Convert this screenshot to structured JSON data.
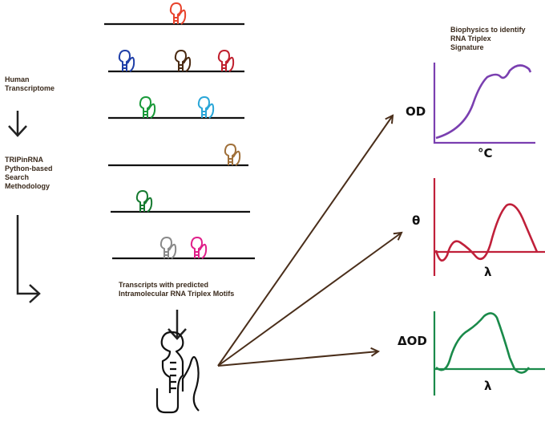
{
  "left_flow": {
    "step1": "Human\nTranscriptome",
    "step2": "TRIPinRNA\nPython-based\nSearch\nMethodology"
  },
  "middle": {
    "caption": "Transcripts with predicted\nIntramolecular RNA Triplex Motifs",
    "motif_colors": [
      "#e8432c",
      "#1f3fa8",
      "#4a2a12",
      "#c0202e",
      "#1a9a3a",
      "#2aa6d8",
      "#a0703a",
      "#167a30",
      "#8a8a8a",
      "#e0208a"
    ]
  },
  "right": {
    "title": "Biophysics to identify\nRNA Triplex\nSignature",
    "panel1": {
      "ylabel": "OD",
      "xlabel": "°C",
      "color": "#7a3fb0"
    },
    "panel2": {
      "ylabel": "θ",
      "xlabel": "λ",
      "color": "#c0203a"
    },
    "panel3": {
      "ylabel": "ΔOD",
      "xlabel": "λ",
      "color": "#1a8a4a"
    }
  },
  "arrow_color": "#4a2e1a"
}
